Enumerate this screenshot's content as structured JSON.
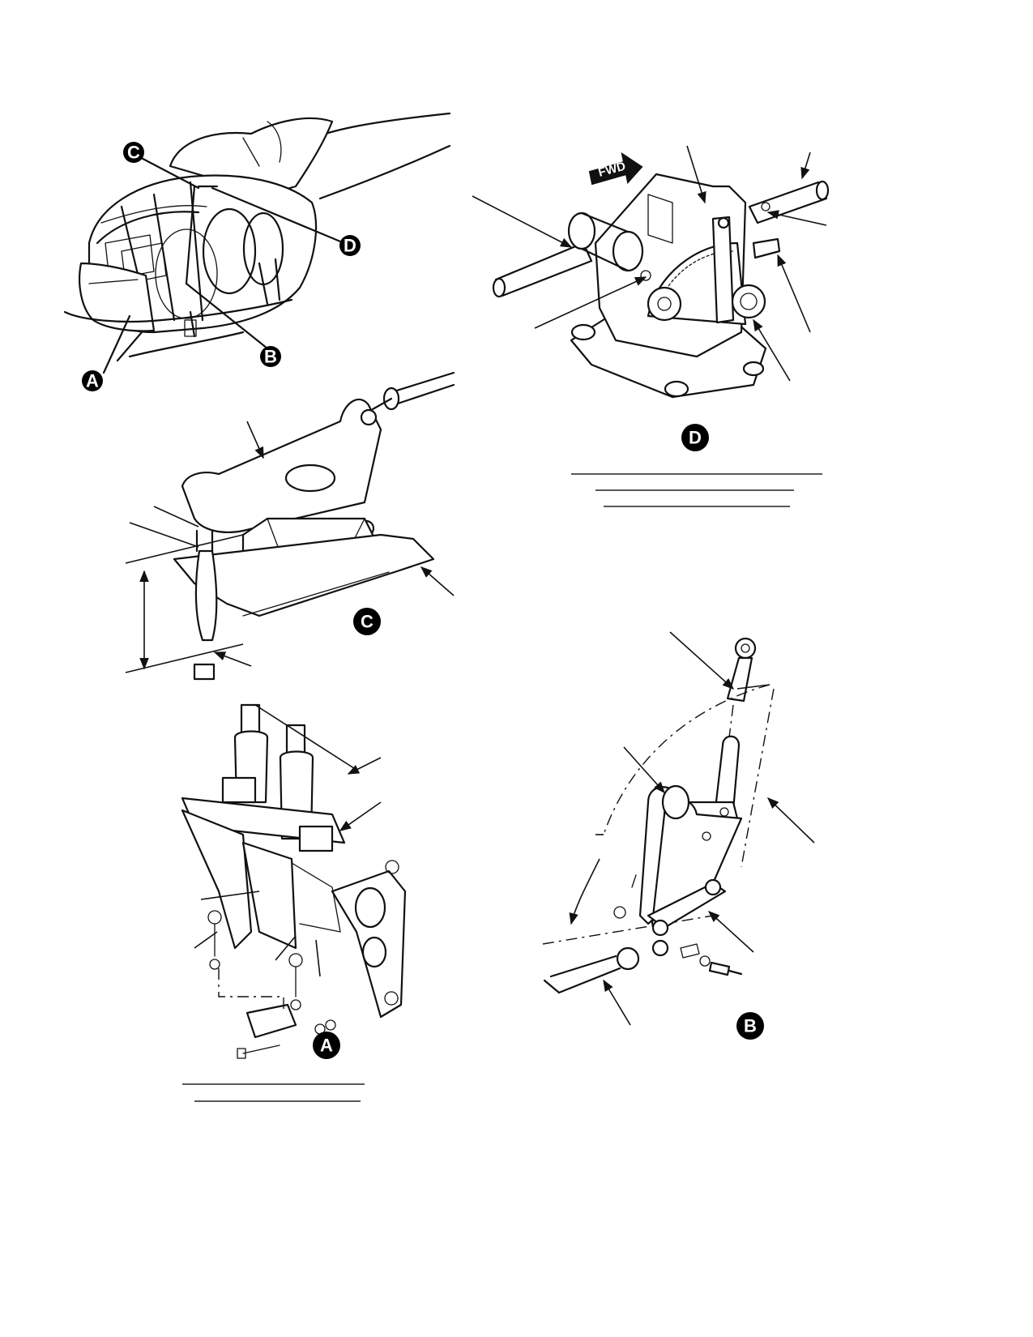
{
  "views": {
    "overview": {
      "callouts": [
        "A",
        "B",
        "C",
        "D"
      ]
    },
    "detail_c": {
      "label": "C"
    },
    "detail_a": {
      "label": "A"
    },
    "detail_d": {
      "label": "D",
      "direction_arrow": "FWD"
    },
    "detail_b": {
      "label": "B"
    }
  }
}
